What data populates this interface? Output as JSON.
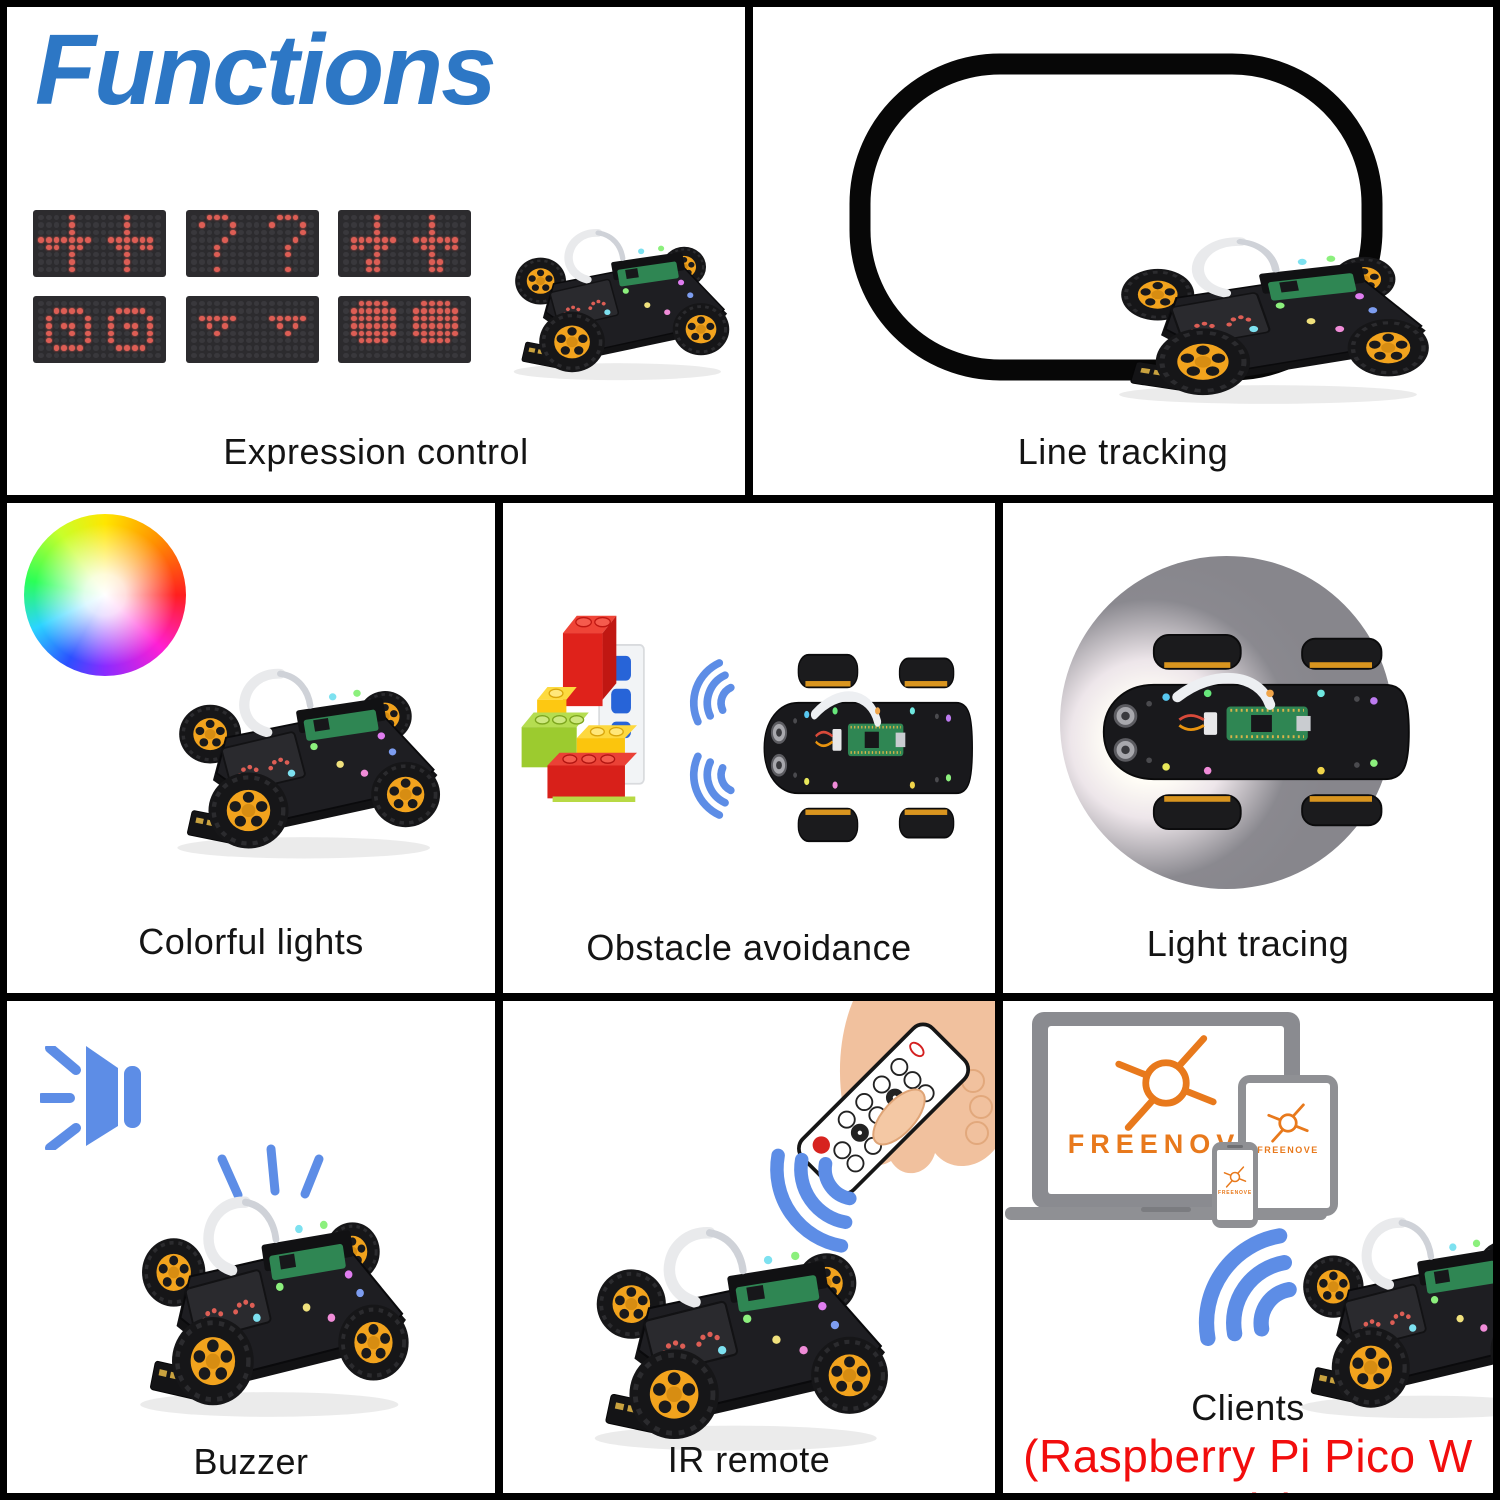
{
  "title": "Functions",
  "panels": {
    "expression": {
      "caption": "Expression control"
    },
    "line_tracking": {
      "caption": "Line tracking"
    },
    "colorful_lights": {
      "caption": "Colorful lights"
    },
    "obstacle": {
      "caption": "Obstacle avoidance"
    },
    "light_tracing": {
      "caption": "Light tracing"
    },
    "buzzer": {
      "caption": "Buzzer"
    },
    "ir_remote": {
      "caption": "IR remote"
    },
    "clients": {
      "caption": "Clients",
      "note": "(Raspberry Pi Pico W only)"
    }
  },
  "brand": {
    "name": "FREENOVE"
  },
  "colors": {
    "title_blue": "#2d77c5",
    "signal_blue": "#5d8de6",
    "brand_orange": "#e8791c",
    "led_red": "#dd5e55",
    "alert_red": "#f20d0d",
    "caption": "#141414"
  },
  "led_matrices": [
    {
      "name": "scribble-eyes",
      "rows": [
        "....#......#....",
        "....#......#....",
        "....#......#....",
        "#######..######.",
        ".##.##....##.##.",
        "....#......#....",
        "....#......#....",
        "....#......#...."
      ]
    },
    {
      "name": "question-marks",
      "rows": [
        "..###......###..",
        ".#...#....#...#.",
        ".....#........#.",
        "....#........#..",
        "...#........#...",
        "...#........#...",
        "................",
        "...#........#..."
      ]
    },
    {
      "name": "scribble-eyes-2",
      "rows": [
        "....#......#....",
        "....#......#....",
        "....#......#....",
        ".######..######.",
        ".##.##....##.##.",
        "....#......#....",
        "...##......##...",
        "...##......##..."
      ]
    },
    {
      "name": "spiral-eyes",
      "rows": [
        "................",
        "..####....####..",
        ".#....#..#....#.",
        ".#.##.#..#.##.#.",
        ".#..#.#..#..#.#.",
        ".#....#..#....#.",
        "..####....####..",
        "................"
      ]
    },
    {
      "name": "sleepy-eyes",
      "rows": [
        "................",
        "................",
        ".#####....#####.",
        "..#.#......#.#..",
        "...#........#...",
        "................",
        "................",
        "................"
      ]
    },
    {
      "name": "round-eyes",
      "rows": [
        "..####....####..",
        ".######..######.",
        ".######..######.",
        ".######..######.",
        ".######..######.",
        "..####....####..",
        "................",
        "................"
      ]
    }
  ]
}
